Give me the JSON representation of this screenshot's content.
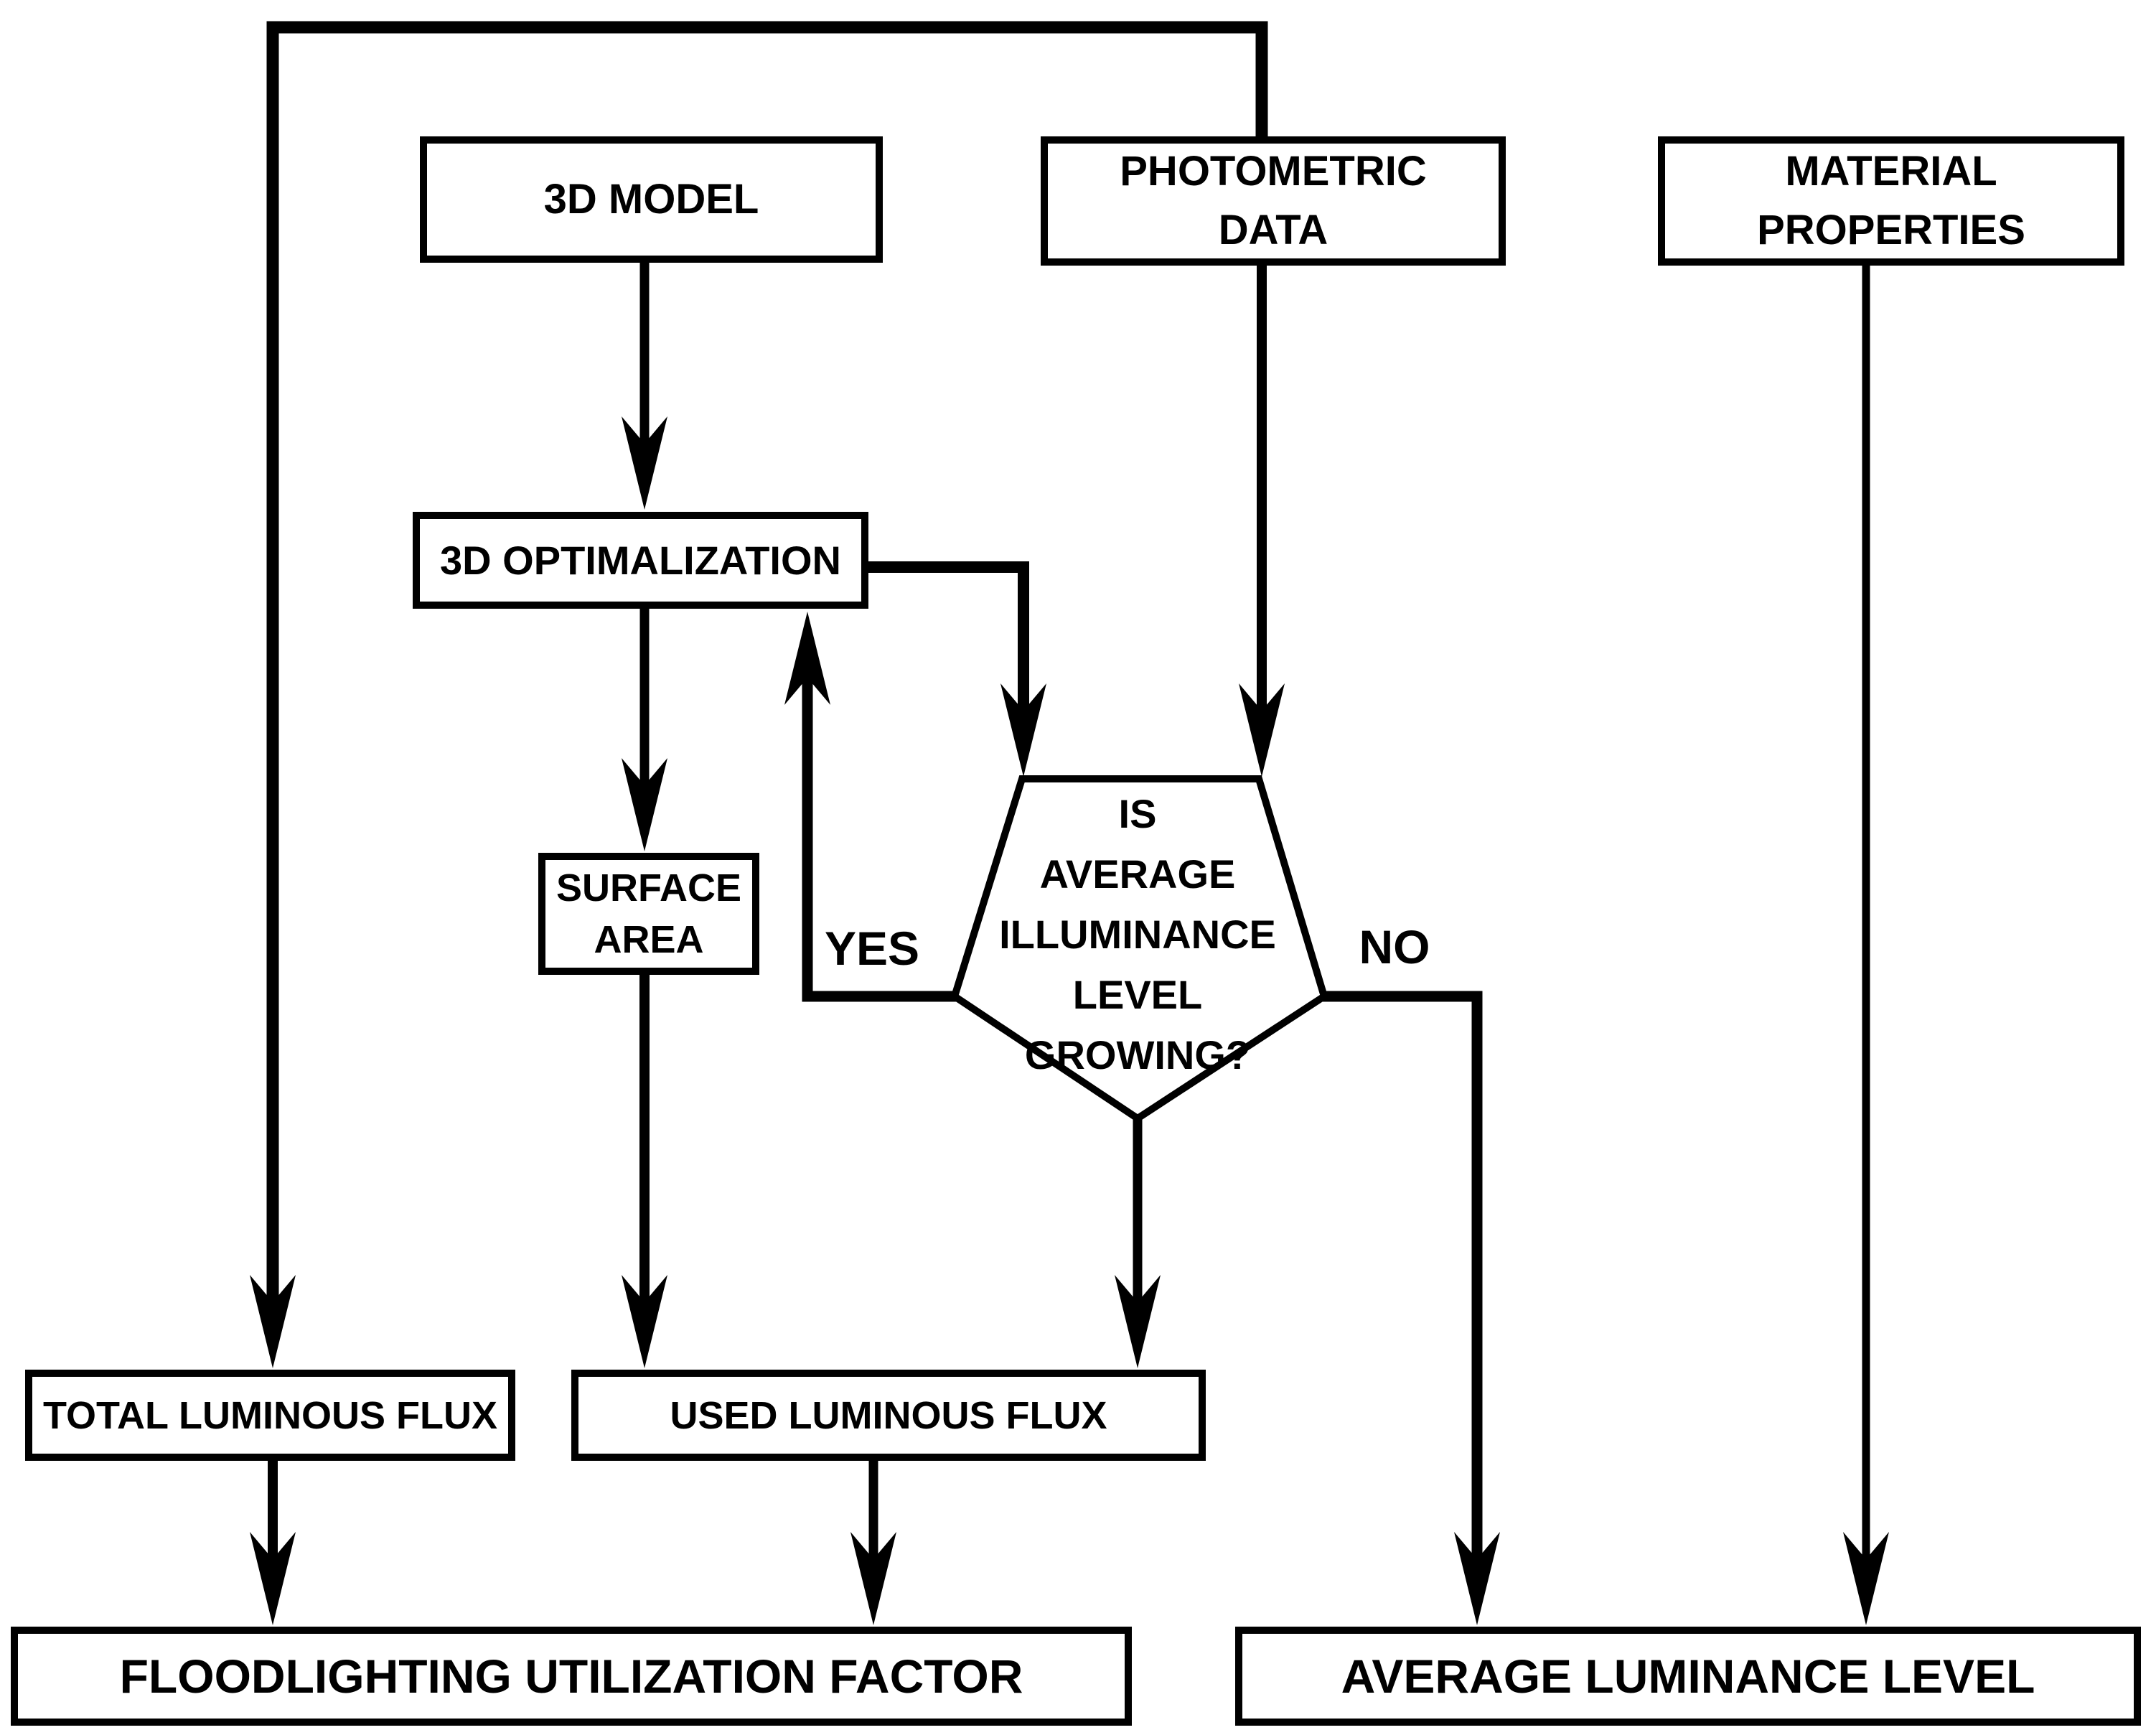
{
  "diagram": {
    "title": "Floodlighting utilization factor flowchart",
    "colors": {
      "line": "#000000",
      "background": "#ffffff",
      "box_fill": "#ffffff"
    },
    "nodes": {
      "model": {
        "label": "3D MODEL"
      },
      "photometric": {
        "lines": [
          "PHOTOMETRIC",
          "DATA"
        ]
      },
      "material": {
        "lines": [
          "MATERIAL",
          "PROPERTIES"
        ]
      },
      "optimization": {
        "label": "3D OPTIMALIZATION"
      },
      "surface": {
        "lines": [
          "SURFACE",
          "AREA"
        ]
      },
      "decision": {
        "lines": [
          "IS",
          "AVERAGE",
          "ILLUMINANCE",
          "LEVEL",
          "GROWING?"
        ]
      },
      "total_flux": {
        "label": "TOTAL LUMINOUS FLUX"
      },
      "used_flux": {
        "label": "USED LUMINOUS FLUX"
      },
      "utilization": {
        "label": "FLOODLIGHTING UTILIZATION FACTOR"
      },
      "luminance": {
        "label": "AVERAGE LUMINANCE LEVEL"
      }
    },
    "edge_labels": {
      "yes": "YES",
      "no": "NO"
    }
  }
}
